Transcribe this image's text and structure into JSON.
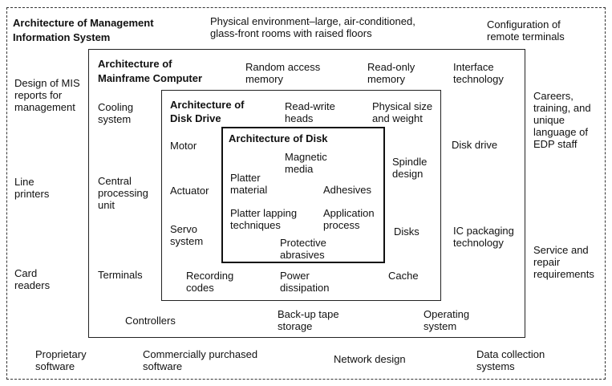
{
  "mis": {
    "title": "Architecture of Management\nInformation System",
    "physical_env": "Physical environment–large, air-conditioned,\nglass-front rooms with raised floors",
    "remote_terminals": "Configuration of\nremote terminals",
    "mis_reports": "Design of MIS\nreports for\nmanagement",
    "line_printers": "Line\nprinters",
    "card_readers": "Card\nreaders",
    "careers": "Careers,\ntraining, and\nunique\nlanguage of\nEDP staff",
    "service_repair": "Service and\nrepair\nrequirements",
    "proprietary_sw": "Proprietary\nsoftware",
    "commercial_sw": "Commercially purchased\nsoftware",
    "network_design": "Network design",
    "data_collection": "Data collection\nsystems"
  },
  "mainframe": {
    "title": "Architecture of\nMainframe Computer",
    "ram": "Random access\nmemory",
    "rom": "Read-only\nmemory",
    "interface_tech": "Interface\ntechnology",
    "cooling": "Cooling\nsystem",
    "cpu": "Central\nprocessing\nunit",
    "terminals": "Terminals",
    "disk_drive": "Disk drive",
    "ic_packaging": "IC packaging\ntechnology",
    "controllers": "Controllers",
    "backup_tape": "Back-up tape\nstorage",
    "operating_system": "Operating\nsystem"
  },
  "disk_drive": {
    "title": "Architecture of\nDisk Drive",
    "rw_heads": "Read-write\nheads",
    "physical_size": "Physical size\nand weight",
    "motor": "Motor",
    "actuator": "Actuator",
    "servo": "Servo\nsystem",
    "spindle": "Spindle\ndesign",
    "disks": "Disks",
    "recording_codes": "Recording\ncodes",
    "power_dissipation": "Power\ndissipation",
    "cache": "Cache"
  },
  "disk": {
    "title": "Architecture of Disk",
    "magnetic_media": "Magnetic\nmedia",
    "platter_material": "Platter\nmaterial",
    "adhesives": "Adhesives",
    "platter_lapping": "Platter lapping\ntechniques",
    "application_process": "Application\nprocess",
    "protective_abrasives": "Protective\nabrasives"
  }
}
